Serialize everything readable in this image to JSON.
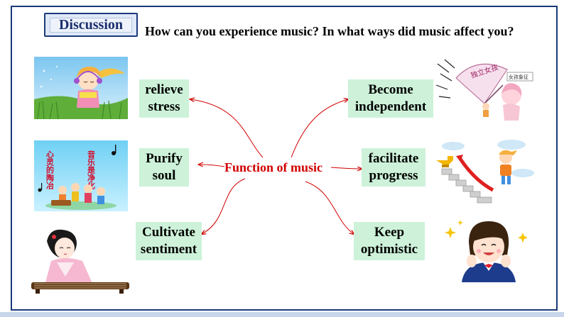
{
  "header": {
    "tag_label": "Discussion",
    "question": "How can you experience music? In what ways did music affect you?"
  },
  "mindmap": {
    "center": "Function of music",
    "left": [
      {
        "text": "relieve\nstress"
      },
      {
        "text": "Purify\nsoul"
      },
      {
        "text": "Cultivate\nsentiment"
      }
    ],
    "right": [
      {
        "text": "Become\nindependent"
      },
      {
        "text": "facilitate\nprogress"
      },
      {
        "text": "Keep\noptimistic"
      }
    ]
  },
  "illustrations": {
    "girl_wind": "headphone-girl-image",
    "music_kids": "music-children-image",
    "zither": "zither-player-image",
    "umbrella": "umbrella-girl-image",
    "stairs": "stairs-trophy-image",
    "optimistic": "smiling-student-image",
    "calligraphy_left": "心灵的陶冶",
    "calligraphy_right": "音乐是净化",
    "umbrella_text": "独立女孩",
    "umbrella_sign": "女孩象征"
  },
  "colors": {
    "frame": "#1a3a7a",
    "box_fill": "#cdf2d9",
    "connector": "#d00000",
    "center_text": "#d00000"
  }
}
